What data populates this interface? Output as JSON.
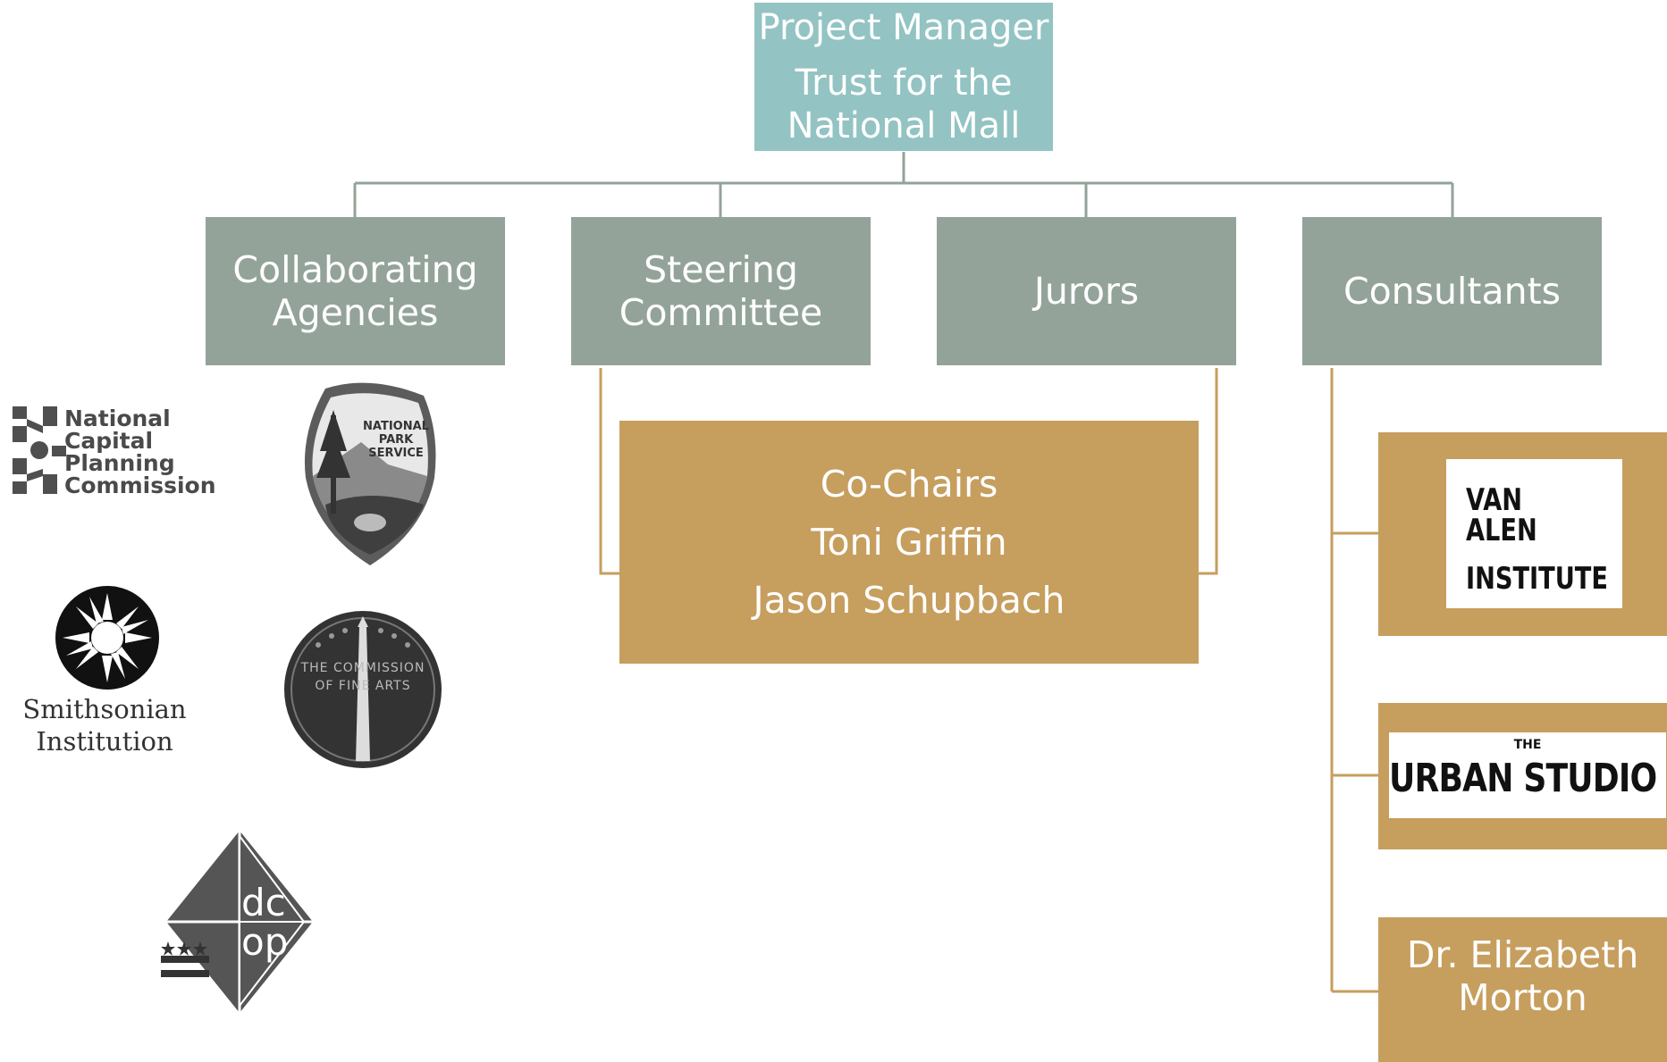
{
  "top_node": {
    "title": "Project Manager",
    "line1": "Trust for the",
    "line2": "National Mall"
  },
  "branches": [
    {
      "line1": "Collaborating",
      "line2": "Agencies"
    },
    {
      "line1": "Steering",
      "line2": "Committee"
    },
    {
      "line1": "Jurors"
    },
    {
      "line1": "Consultants"
    }
  ],
  "cochairs": {
    "title": "Co-Chairs",
    "member1": "Toni Griffin",
    "member2": "Jason Schupbach"
  },
  "consultants": {
    "van_alen": {
      "line1": "VAN",
      "line2": "ALEN",
      "line3": "INSTITUTE"
    },
    "urban_studio": {
      "small": "THE",
      "main": "URBAN STUDIO"
    },
    "morton": {
      "line1": "Dr. Elizabeth",
      "line2": "Morton"
    }
  },
  "agency_logos": {
    "ncpc": {
      "line1": "National",
      "line2": "Capital",
      "line3": "Planning",
      "line4": "Commission"
    },
    "nps": {
      "line1": "NATIONAL",
      "line2": "PARK",
      "line3": "SERVICE"
    },
    "smithsonian": {
      "line1": "Smithsonian",
      "line2": "Institution"
    },
    "cfa": {
      "text": "THE COMMISSION OF FINE ARTS"
    },
    "dcop": {
      "line1": "dc",
      "line2": "op"
    }
  },
  "colors": {
    "top": "#93c3c3",
    "branch": "#93a39a",
    "gold": "#c69e5e",
    "connector": "#93a39a",
    "gold_line": "#c69e5e"
  }
}
